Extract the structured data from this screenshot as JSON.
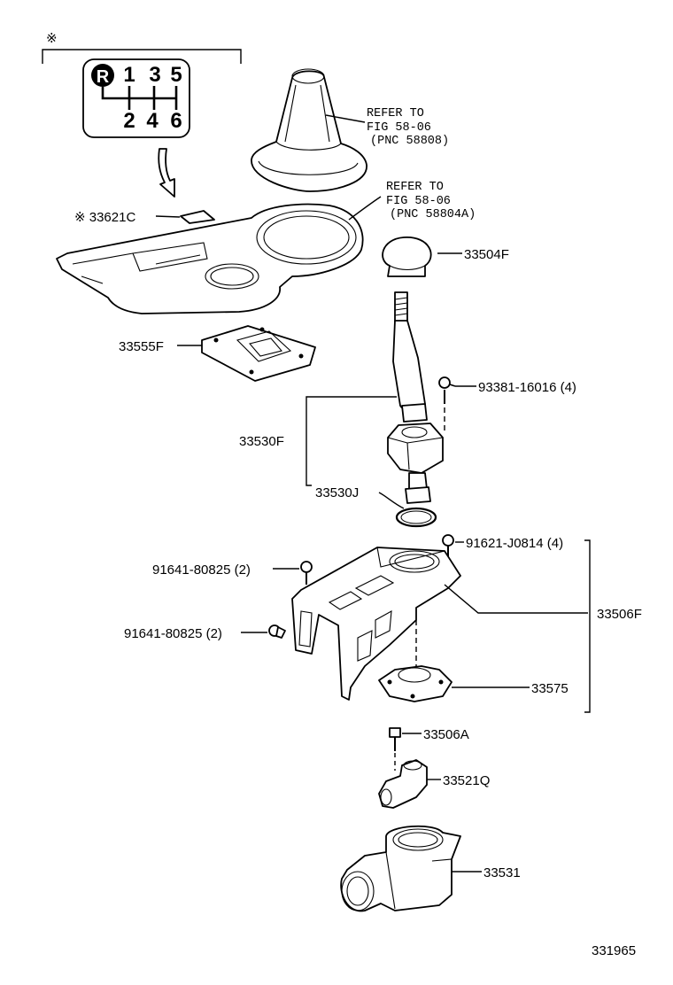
{
  "symbol_mark": "※",
  "shift_pattern": {
    "reverse": "R",
    "top_gears": [
      "1",
      "3",
      "5"
    ],
    "bottom_gears": [
      "2",
      "4",
      "6"
    ]
  },
  "refer_boot": {
    "line1": "REFER TO",
    "line2": "FIG 58-06",
    "line3": "(PNC 58808)"
  },
  "refer_panel": {
    "line1": "REFER TO",
    "line2": "FIG 58-06",
    "line3": "(PNC 58804A)"
  },
  "labels": {
    "p33621C": "※ 33621C",
    "p33504F": "33504F",
    "p33555F": "33555F",
    "p93381": "93381-16016 (4)",
    "p33530F": "33530F",
    "p33530J": "33530J",
    "p91621": "91621-J0814 (4)",
    "p91641a": "91641-80825 (2)",
    "p33506F": "33506F",
    "p91641b": "91641-80825 (2)",
    "p33575": "33575",
    "p33506A": "33506A",
    "p33521Q": "33521Q",
    "p33531": "33531"
  },
  "figure_number": "331965"
}
